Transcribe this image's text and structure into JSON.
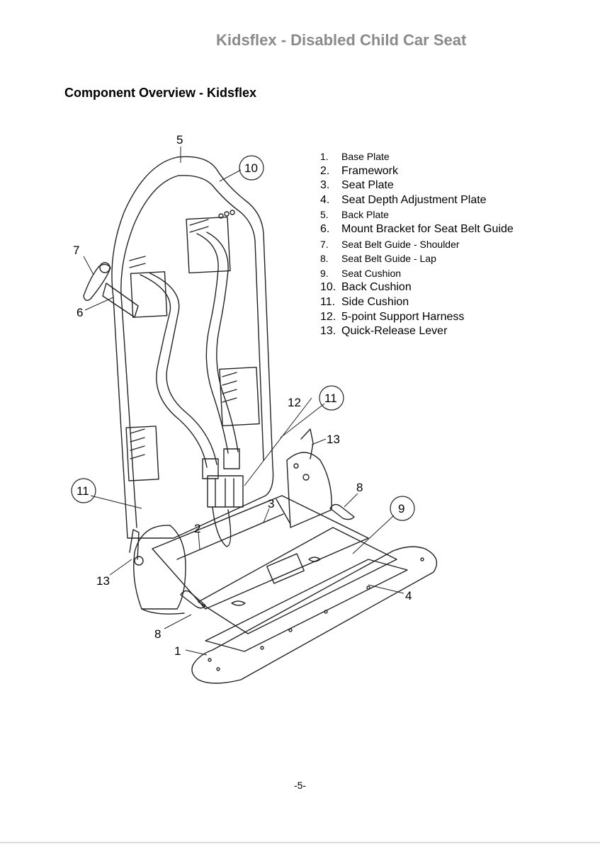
{
  "header": {
    "title": "Kidsflex - Disabled Child Car Seat"
  },
  "section": {
    "heading": "Component Overview - Kidsflex"
  },
  "components": [
    {
      "number": "1.",
      "label": "Base Plate"
    },
    {
      "number": "2.",
      "label": "Framework"
    },
    {
      "number": "3.",
      "label": "Seat Plate"
    },
    {
      "number": "4.",
      "label": "Seat Depth Adjustment Plate"
    },
    {
      "number": "5.",
      "label": "Back Plate"
    },
    {
      "number": "6.",
      "label": "Mount Bracket for Seat Belt Guide"
    },
    {
      "number": "7.",
      "label": "Seat Belt Guide - Shoulder"
    },
    {
      "number": "8.",
      "label": "Seat Belt Guide - Lap"
    },
    {
      "number": "9.",
      "label": "Seat Cushion"
    },
    {
      "number": "10.",
      "label": "Back Cushion"
    },
    {
      "number": "11.",
      "label": "Side Cushion"
    },
    {
      "number": "12.",
      "label": "5-point Support Harness"
    },
    {
      "number": "13.",
      "label": "Quick-Release Lever"
    }
  ],
  "callouts": {
    "c1": "1",
    "c2": "2",
    "c3": "3",
    "c4": "4",
    "c5": "5",
    "c6": "6",
    "c7": "7",
    "c8a": "8",
    "c8b": "8",
    "c9": "9",
    "c10": "10",
    "c11a": "11",
    "c11b": "11",
    "c12": "12",
    "c13a": "13",
    "c13b": "13"
  },
  "footer": {
    "page_number": "-5-"
  }
}
